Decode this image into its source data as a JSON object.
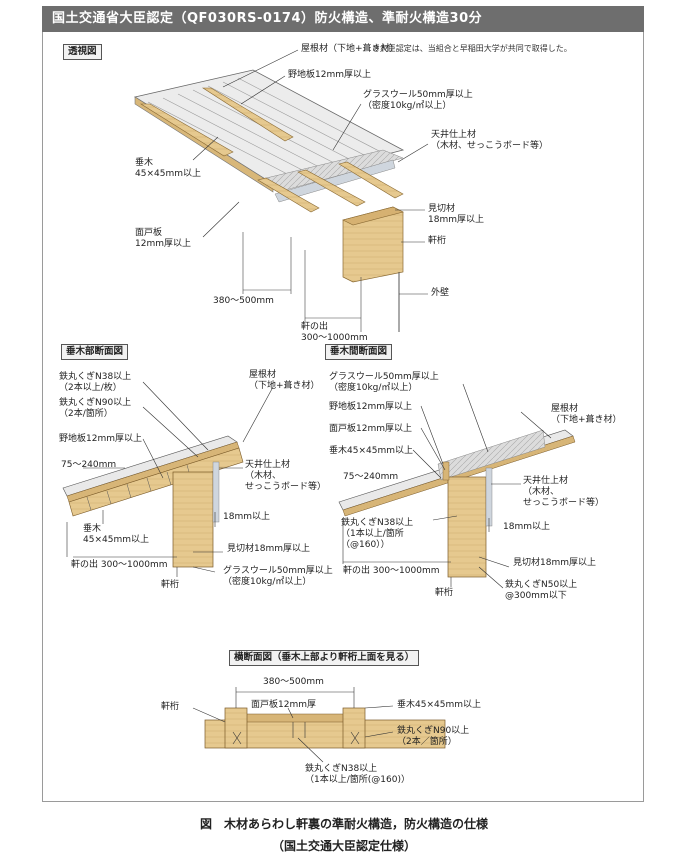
{
  "header": {
    "title": "国土交通省大臣認定（QF030RS-0174）防火構造、準耐火構造30分"
  },
  "perspective": {
    "tag": "透視図",
    "note": "※大臣認定は、当組合と早稲田大学が共同で取得した。",
    "labels": {
      "roofing": "屋根材（下地+葺き材）",
      "sheathing": "野地板12mm厚以上",
      "glasswool": "グラスウール50mm厚以上\n（密度10kg/㎥以上）",
      "ceiling": "天井仕上材\n（木材、せっこうボード等）",
      "rafter": "垂木\n45×45mm以上",
      "facia": "面戸板\n12mm厚以上",
      "blocking": "見切材\n18mm厚以上",
      "beam": "軒桁",
      "spacing": "380～500mm",
      "overhang": "軒の出\n300～1000mm",
      "wall": "外壁"
    }
  },
  "section_rafter": {
    "tag": "垂木部断面図",
    "labels": {
      "nail38": "鉄丸くぎN38以上\n（2本以上/枚）",
      "nail90": "鉄丸くぎN90以上\n（2本/箇所）",
      "sheathing": "野地板12mm厚以上",
      "dim": "75～240mm",
      "rafter": "垂木\n45×45mm以上",
      "overhang": "軒の出 300～1000mm",
      "beam": "軒桁",
      "roofing": "屋根材\n（下地+葺き材）",
      "ceiling": "天井仕上材\n（木材、\nせっこうボード等）",
      "t18": "18mm以上",
      "blocking": "見切材18mm厚以上",
      "glasswool": "グラスウール50mm厚以上\n（密度10kg/㎥以上）"
    }
  },
  "section_between": {
    "tag": "垂木間断面図",
    "labels": {
      "glasswool": "グラスウール50mm厚以上\n（密度10kg/㎥以上）",
      "sheathing": "野地板12mm厚以上",
      "facia": "面戸板12mm厚以上",
      "rafter": "垂木45×45mm以上",
      "dim": "75～240mm",
      "nail38": "鉄丸くぎN38以上\n（1本以上/箇所\n（@160））",
      "overhang": "軒の出 300～1000mm",
      "beam": "軒桁",
      "roofing": "屋根材\n（下地+葺き材）",
      "ceiling": "天井仕上材\n（木材、\nせっこうボード等）",
      "t18": "18mm以上",
      "blocking": "見切材18mm厚以上",
      "nail50": "鉄丸くぎN50以上\n@300mm以下"
    }
  },
  "cross_section": {
    "tag": "横断面図（垂木上部より軒桁上面を見る）",
    "labels": {
      "spacing": "380～500mm",
      "beam": "軒桁",
      "facia": "面戸板12mm厚",
      "rafter": "垂木45×45mm以上",
      "nail90": "鉄丸くぎN90以上\n（2本／箇所）",
      "nail38": "鉄丸くぎN38以上\n（1本以上/箇所(@160)）"
    }
  },
  "caption": {
    "line1": "図　木材あらわし軒裏の準耐火構造，防火構造の仕様",
    "line2": "（国土交通大臣認定仕様）"
  },
  "colors": {
    "wood": "#e6c98f",
    "woodDark": "#c9a262",
    "glasswool": "#cfcfcf",
    "roof": "#e9e9e9",
    "header": "#6e6e6e"
  }
}
